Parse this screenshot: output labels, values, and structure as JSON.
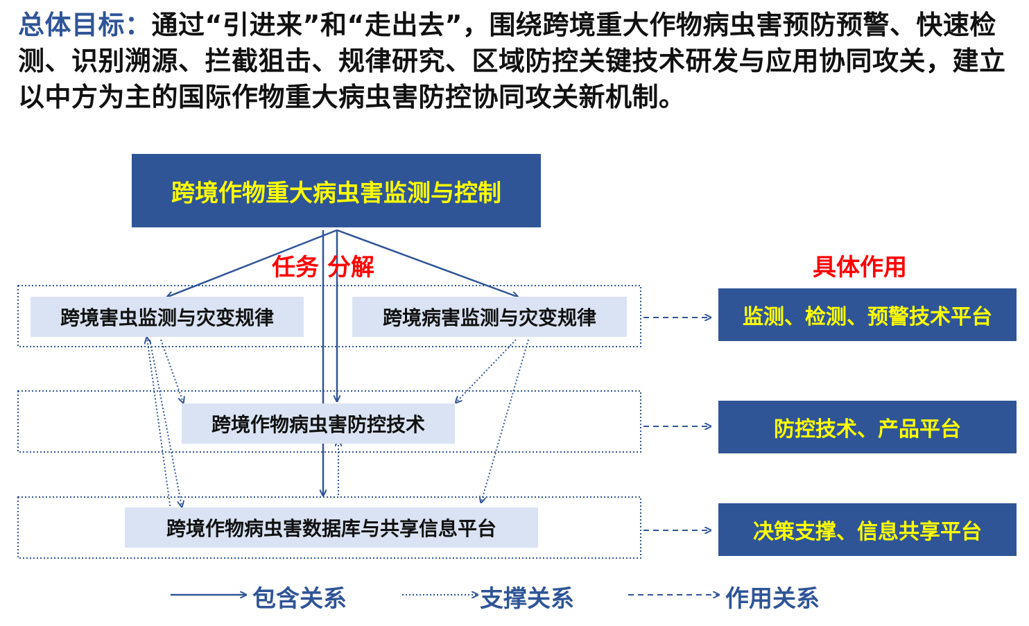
{
  "goal": {
    "lead": "总体目标：",
    "text": "通过“引进来”和“走出去”，围绕跨境重大作物病虫害预防预警、快速检测、识别溯源、拦截狙击、规律研究、区域防控关键技术研发与应用协同攻关，建立以中方为主的国际作物重大病虫害防控协同攻关新机制。"
  },
  "diagram": {
    "main": "跨境作物重大病虫害监测与控制",
    "decomposition_label": "任务 分解",
    "role_header": "具体作用",
    "tasks": {
      "pest_monitoring": "跨境害虫监测与灾变规律",
      "disease_monitoring": "跨境病害监测与灾变规律",
      "control_tech": "跨境作物病虫害防控技术",
      "database": "跨境作物病虫害数据库与共享信息平台"
    },
    "roles": {
      "monitoring_platform": "监测、检测、预警技术平台",
      "control_platform": "防控技术、产品平台",
      "decision_platform": "决策支撑、信息共享平台"
    }
  },
  "legend": {
    "contains": "包含关系",
    "supports": "支撑关系",
    "effect": "作用关系"
  },
  "colors": {
    "primary": "#2f5597",
    "highlight": "#ffff00",
    "task_fill": "#dae3f3",
    "accent_red": "#ff0000"
  }
}
